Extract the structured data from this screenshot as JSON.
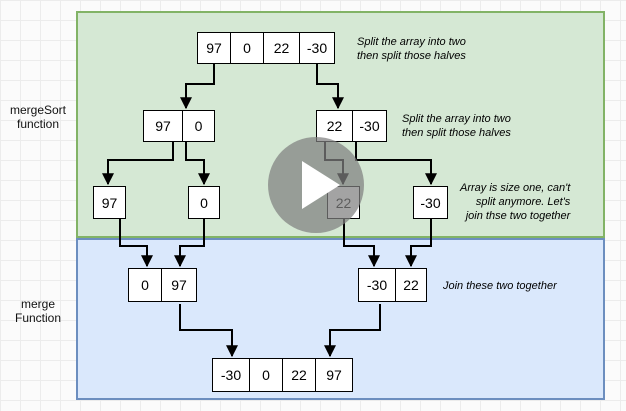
{
  "labels": {
    "merge_sort_line1": "mergeSort",
    "merge_sort_line2": "function",
    "merge_line1": "merge",
    "merge_line2": "Function"
  },
  "rows": {
    "row1": [
      "97",
      "0",
      "22",
      "-30"
    ],
    "row2_left": [
      "97",
      "0"
    ],
    "row2_right": [
      "22",
      "-30"
    ],
    "row3": [
      "97",
      "0",
      "22",
      "-30"
    ],
    "row4_left": [
      "0",
      "97"
    ],
    "row4_right": [
      "-30",
      "22"
    ],
    "row5": [
      "-30",
      "0",
      "22",
      "97"
    ]
  },
  "notes": {
    "n1_line1": "Split the array into two",
    "n1_line2": "then split those halves",
    "n2_line1": "Split the array into two",
    "n2_line2": "then split those halves",
    "n3_line1": "Array is size one, can't",
    "n3_line2": "split anymore.  Let's",
    "n3_line3": "join thse two together",
    "n4": "Join these two together"
  },
  "colors": {
    "split_fill": "#d5e8d4",
    "split_border": "#82b366",
    "merge_fill": "#dae8fc",
    "merge_border": "#6c8ebf"
  },
  "icons": {
    "play": "play-icon"
  }
}
